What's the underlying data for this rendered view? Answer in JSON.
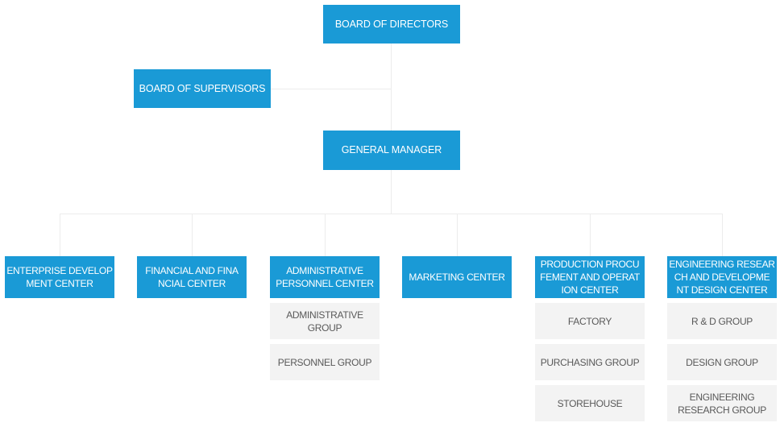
{
  "colors": {
    "background": "#ffffff",
    "node_blue": "#1a9ad6",
    "node_text": "#ffffff",
    "child_bg": "#f3f3f3",
    "child_text": "#595959",
    "connector": "#ececec"
  },
  "org": {
    "board_of_directors": "BOARD OF DIRECTORS",
    "board_of_supervisors": "BOARD OF SUPERVISORS",
    "general_manager": "GENERAL MANAGER",
    "departments": [
      {
        "label": "ENTERPRISE DEVELOP\nMENT CENTER",
        "children": []
      },
      {
        "label": "FINANCIAL AND FINA\nNCIAL CENTER",
        "children": []
      },
      {
        "label": "ADMINISTRATIVE\nPERSONNEL CENTER",
        "children": [
          {
            "label": "ADMINISTRATIVE\nGROUP"
          },
          {
            "label": "PERSONNEL GROUP"
          }
        ]
      },
      {
        "label": "MARKETING CENTER",
        "children": []
      },
      {
        "label": "PRODUCTION PROCU\nFEMENT AND OPERAT\nION CENTER",
        "children": [
          {
            "label": "FACTORY"
          },
          {
            "label": "PURCHASING GROUP"
          },
          {
            "label": "STOREHOUSE"
          }
        ]
      },
      {
        "label": "ENGINEERING RESEAR\nCH AND DEVELOPME\nNT DESIGN CENTER",
        "children": [
          {
            "label": "R & D GROUP"
          },
          {
            "label": "DESIGN GROUP"
          },
          {
            "label": "ENGINEERING\nRESEARCH GROUP"
          }
        ]
      }
    ]
  }
}
